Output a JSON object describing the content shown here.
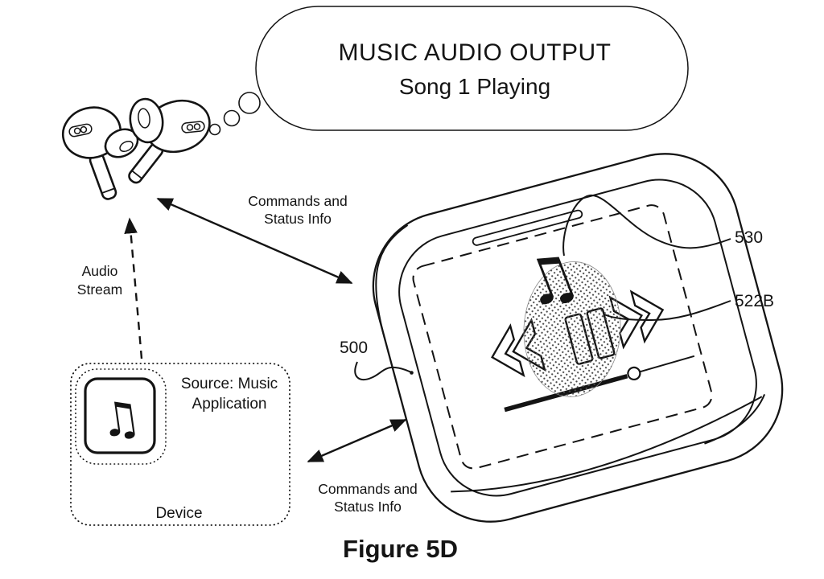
{
  "figure_caption": "Figure 5D",
  "speech_bubble": {
    "line1": "MUSIC AUDIO OUTPUT",
    "line2": "Song 1 Playing"
  },
  "connections": {
    "earbuds_case": {
      "line1": "Commands and",
      "line2": "Status Info"
    },
    "device_case": {
      "line1": "Commands and",
      "line2": "Status Info"
    },
    "audio_stream": {
      "line1": "Audio",
      "line2": "Stream"
    }
  },
  "device_box": {
    "source_line1": "Source: Music",
    "source_line2": "Application",
    "label": "Device"
  },
  "reference_numerals": {
    "case": "500",
    "music_note": "530",
    "pause_button": "522B"
  },
  "icons": {
    "app_music_note": "♫",
    "display_music_note": "♫"
  },
  "colors": {
    "line": "#141414",
    "background": "#ffffff",
    "stipple_dot": "#4a4a4a"
  }
}
